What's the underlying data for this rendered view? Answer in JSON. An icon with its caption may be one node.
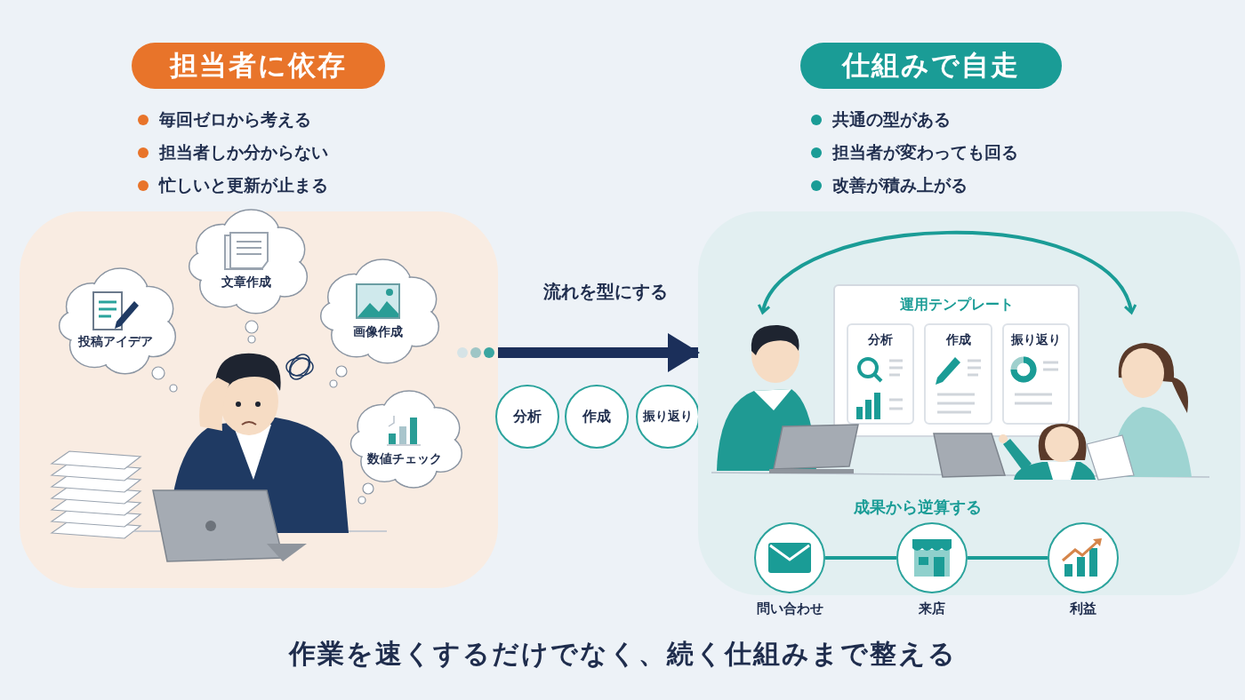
{
  "diagram": {
    "caption": "作業を速くするだけでなく、続く仕組みまで整える",
    "nodes": [
      {
        "text": [
          "担当者に依存"
        ]
      },
      {
        "text": [
          "仕組みで自走"
        ]
      },
      {
        "text": [],
        "shape": "box"
      },
      {
        "text": [
          "投稿アイデア"
        ],
        "in": 2
      },
      {
        "text": [
          "文章作成"
        ],
        "in": 2
      },
      {
        "text": [
          "画像作成"
        ],
        "in": 2
      },
      {
        "text": [
          "数値チェック"
        ],
        "in": 2
      },
      {
        "text": [
          "分析"
        ]
      },
      {
        "text": [
          "作成"
        ]
      },
      {
        "text": [
          "振り返り"
        ]
      },
      {
        "text": [],
        "shape": "box"
      },
      {
        "text": [
          "運用テンプレート"
        ],
        "in": 10
      },
      {
        "text": [
          "分析"
        ],
        "in": 11
      },
      {
        "text": [
          "作成"
        ],
        "in": 11
      },
      {
        "text": [
          "振り返り"
        ],
        "in": 11
      },
      {
        "text": [
          "問い合わせ"
        ],
        "in": 10
      },
      {
        "text": [
          "来店"
        ],
        "in": 10
      },
      {
        "text": [
          "利益"
        ],
        "in": 10
      }
    ],
    "edges": [
      {
        "from": 2,
        "to": 10,
        "arrow": "to",
        "label": "流れを型にする",
        "style": "thick",
        "color": "#1b2f5a"
      },
      {
        "from": 15,
        "to": 16,
        "arrow": "none"
      },
      {
        "from": 16,
        "to": 17,
        "arrow": "none"
      }
    ],
    "labels": [
      "毎回ゼロから考える",
      "担当者しか分からない",
      "忙しいと更新が止まる",
      "共通の型がある",
      "担当者が変わっても回る",
      "改善が積み上がる",
      "成果から逆算する"
    ]
  }
}
